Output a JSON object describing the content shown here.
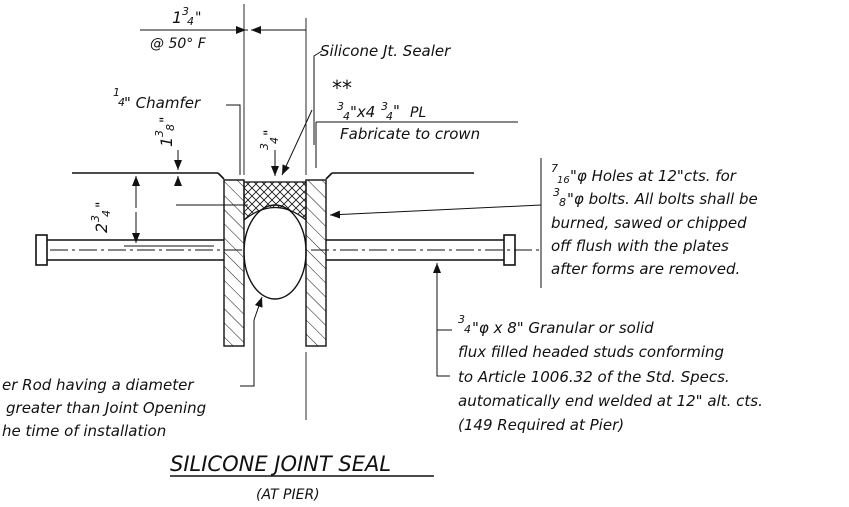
{
  "drawing": {
    "dim_top_whole": "1",
    "dim_top_num": "3",
    "dim_top_den": "4",
    "dim_top_unit": "\"",
    "temp_note": "@ 50° F",
    "chamfer_num": "1",
    "chamfer_den": "4",
    "chamfer_label": "\" Chamfer",
    "sealer_label": "Silicone Jt. Sealer",
    "asterisks": "**",
    "plate_num": "3",
    "plate_mid": "\"x4",
    "plate_num2": "3",
    "plate_den": "4",
    "plate_unit": "\"",
    "plate_symbol": "PL",
    "crown_label": "Fabricate to crown",
    "dim_left_whole": "2",
    "dim_left_num": "3",
    "dim_left_den": "4",
    "dim_left_unit": "\"",
    "dim_inner_whole": "1",
    "dim_inner_num": "3",
    "dim_inner_den": "8",
    "dim_inner_unit": "\"",
    "dim_small_num": "3",
    "dim_small_den": "4",
    "dim_small_unit": "\"",
    "holes_note": {
      "num": "7",
      "den": "16",
      "line1_rest": "\"φ Holes at 12\"cts. for",
      "num2": "3",
      "den2": "8",
      "line2_rest": "\"φ bolts. All bolts shall be",
      "line3": "burned, sawed or chipped",
      "line4": "off flush with the plates",
      "line5": "after forms are removed."
    },
    "studs_note": {
      "num": "3",
      "den": "4",
      "line1_rest": "\"φ x 8\" Granular or solid",
      "line2": "flux filled headed studs conforming",
      "line3": "to Article 1006.32 of the Std. Specs.",
      "line4": "automatically end welded at 12\" alt. cts.",
      "line5": "(149 Required at Pier)"
    },
    "rod_note": {
      "line1": "er Rod having a diameter",
      "line2": "greater than Joint Opening",
      "line3": "he time of installation"
    },
    "title": "SILICONE JOINT SEAL",
    "subtitle": "(AT PIER)"
  }
}
